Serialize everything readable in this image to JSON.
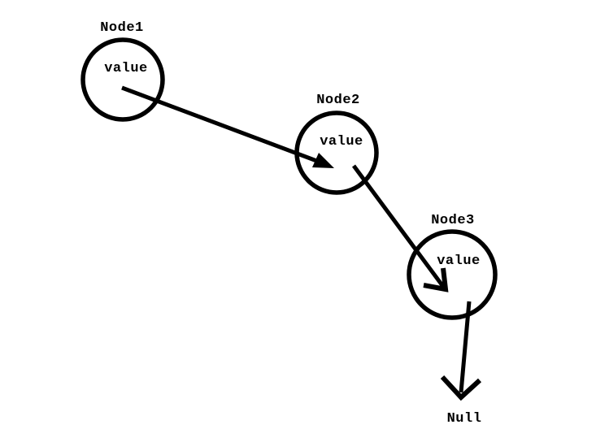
{
  "diagram_type": "singly-linked-list",
  "colors": {
    "ink": "#000000",
    "background": "#ffffff"
  },
  "nodes": [
    {
      "label": "Node1",
      "value": "value"
    },
    {
      "label": "Node2",
      "value": "value"
    },
    {
      "label": "Node3",
      "value": "value"
    }
  ],
  "terminator": {
    "label": "Null"
  },
  "arrows": [
    {
      "name": "node1-to-node2"
    },
    {
      "name": "node2-to-node3"
    },
    {
      "name": "node3-to-null"
    }
  ]
}
